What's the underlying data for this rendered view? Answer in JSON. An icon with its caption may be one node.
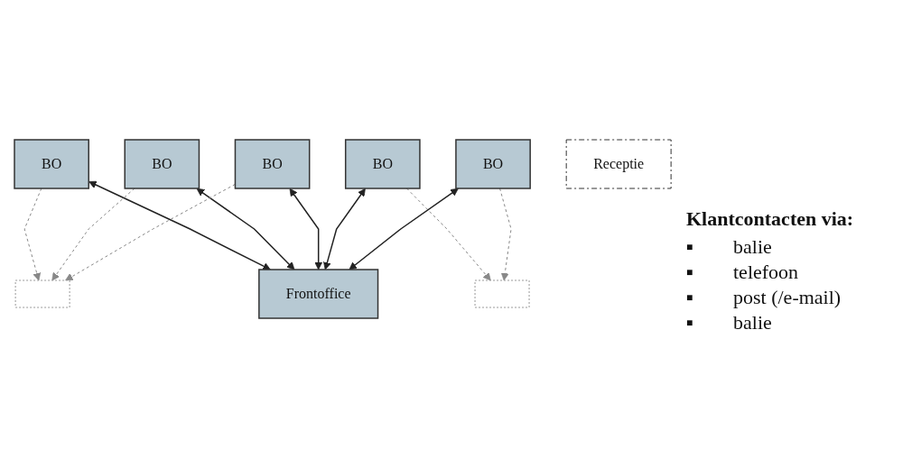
{
  "diagram": {
    "nodes": [
      {
        "text": [
          "BO"
        ]
      },
      {
        "text": [
          "BO"
        ]
      },
      {
        "text": [
          "BO"
        ]
      },
      {
        "text": [
          "BO"
        ]
      },
      {
        "text": [
          "BO"
        ]
      },
      {
        "text": [],
        "shape": "box"
      },
      {
        "text": [
          "Frontoffice"
        ]
      },
      {
        "text": [],
        "shape": "box"
      },
      {
        "text": [
          "Receptie"
        ]
      }
    ],
    "edges": [
      {
        "from": 0,
        "to": 5,
        "arrow": "to",
        "style": "dashed",
        "color": "#888888"
      },
      {
        "from": 0,
        "to": 6,
        "arrow": "both",
        "color": "#222222"
      },
      {
        "from": 1,
        "to": 5,
        "arrow": "to",
        "style": "dashed",
        "color": "#888888"
      },
      {
        "from": 1,
        "to": 6,
        "arrow": "both",
        "color": "#222222"
      },
      {
        "from": 2,
        "to": 5,
        "arrow": "to",
        "style": "dashed",
        "color": "#888888"
      },
      {
        "from": 2,
        "to": 6,
        "arrow": "both",
        "color": "#222222"
      },
      {
        "from": 3,
        "to": 6,
        "arrow": "both",
        "color": "#222222"
      },
      {
        "from": 3,
        "to": 7,
        "arrow": "to",
        "style": "dashed",
        "color": "#888888"
      },
      {
        "from": 4,
        "to": 6,
        "arrow": "both",
        "color": "#222222"
      },
      {
        "from": 4,
        "to": 7,
        "arrow": "to",
        "style": "dashed",
        "color": "#888888"
      }
    ],
    "labels": [
      "Klantcontacten via:",
      "■",
      "balie",
      "■",
      "telefoon",
      "■",
      "post (/e-mail)",
      "■",
      "balie"
    ]
  }
}
